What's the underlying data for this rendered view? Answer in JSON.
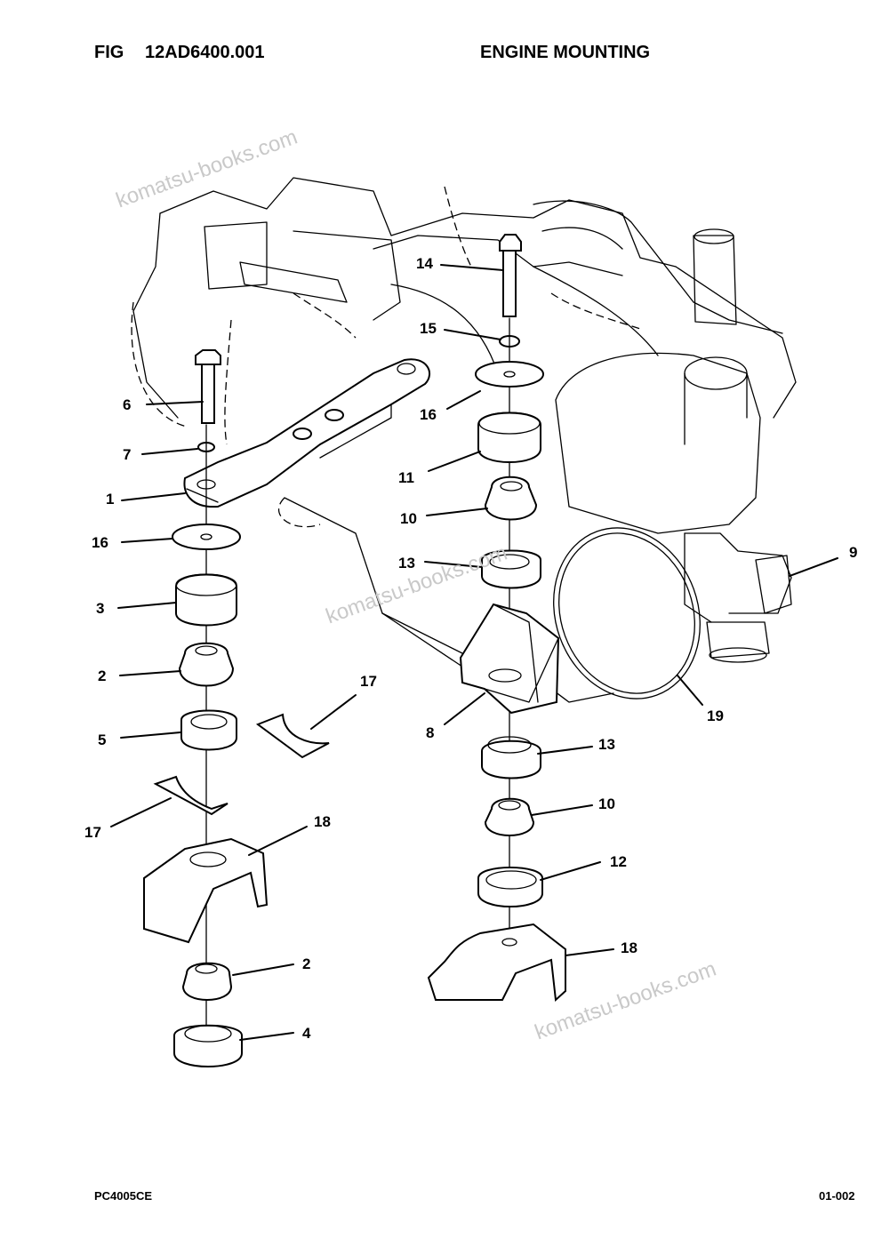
{
  "header": {
    "fig_label": "FIG",
    "fig_number": "12AD6400.001",
    "title": "ENGINE MOUNTING"
  },
  "footer": {
    "model": "PC4005CE",
    "page": "01-002"
  },
  "watermark": "komatsu-books.com",
  "callouts": [
    "1",
    "2",
    "3",
    "4",
    "5",
    "6",
    "7",
    "8",
    "9",
    "10",
    "11",
    "12",
    "13",
    "14",
    "15",
    "16",
    "17",
    "18",
    "19"
  ]
}
